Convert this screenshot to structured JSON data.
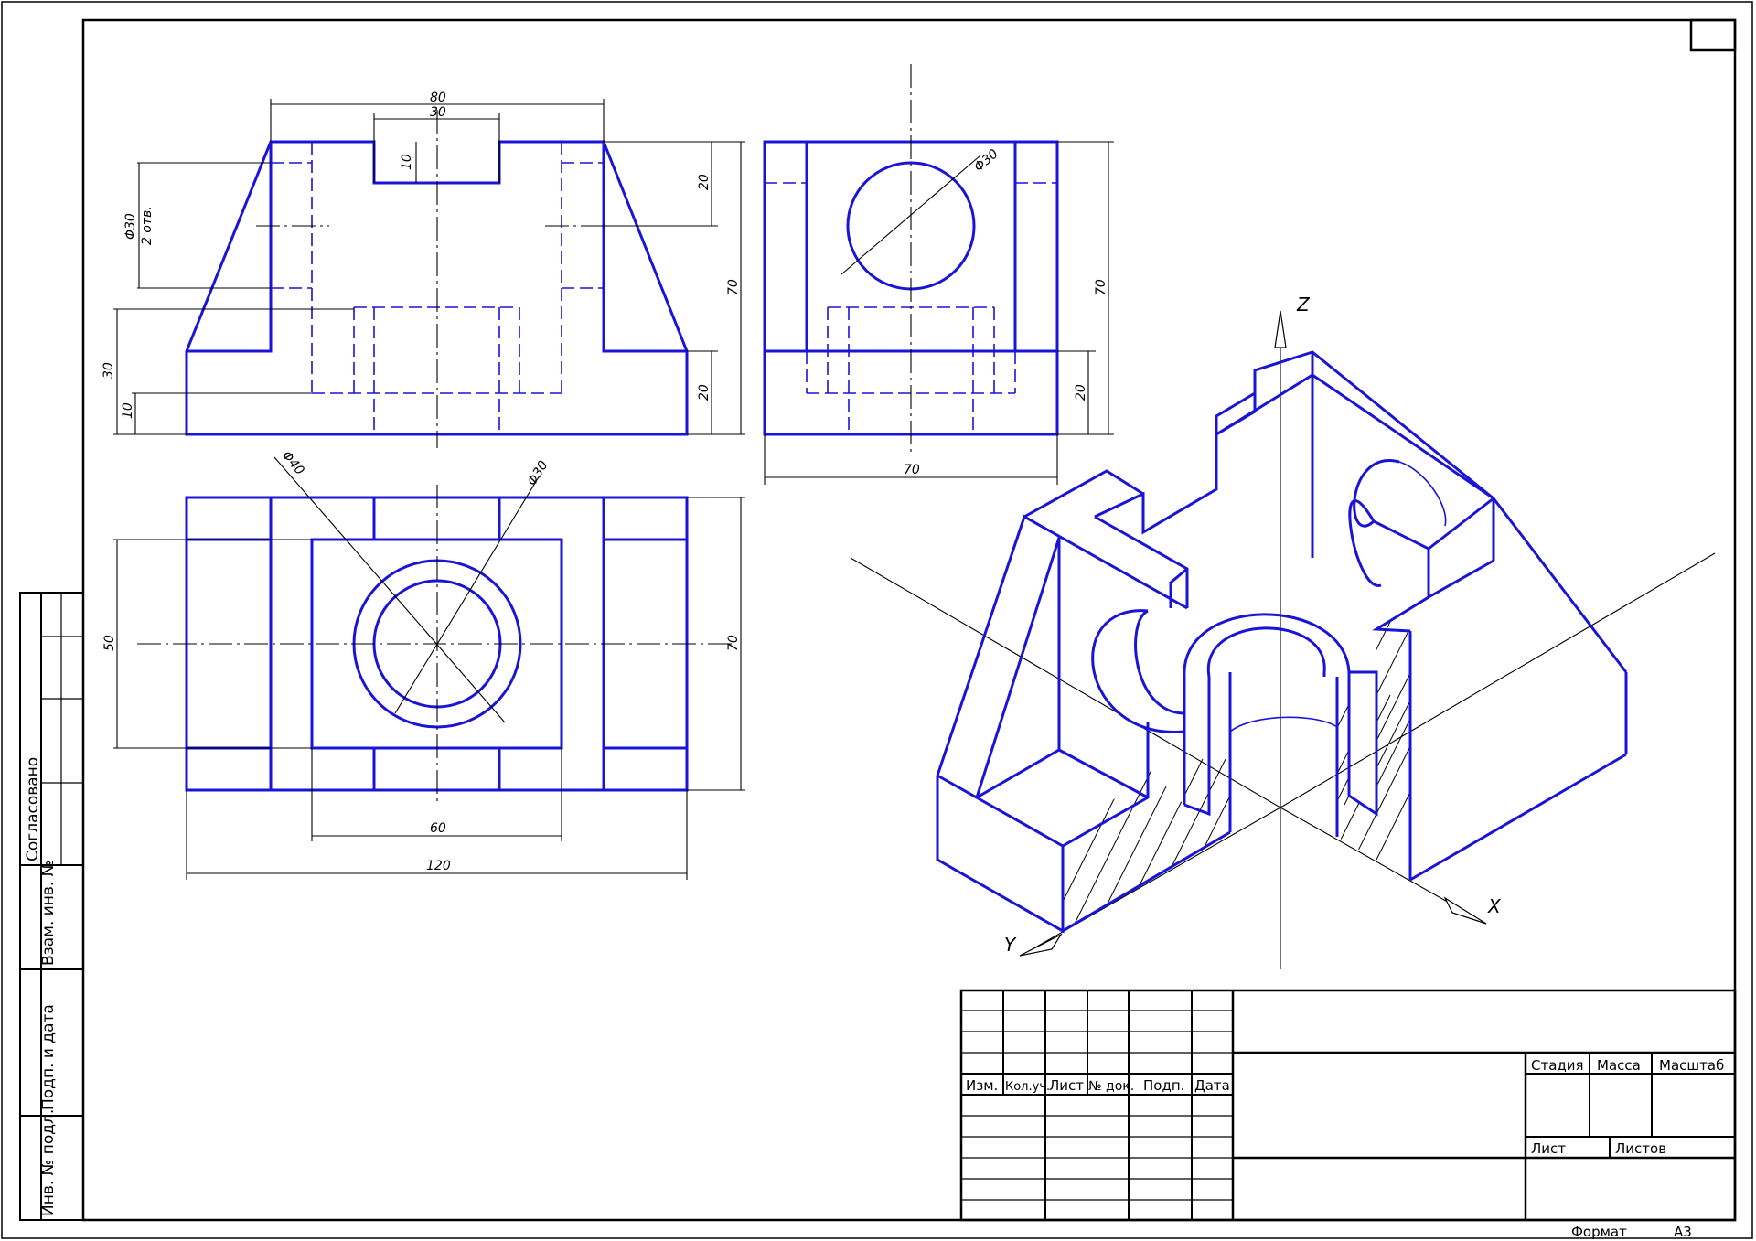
{
  "drawing": {
    "colors": {
      "contour": "#1a14d6",
      "thin_lines": "#000000",
      "background": "#ffffff"
    },
    "front_view": {
      "dimensions": {
        "width_top": "80",
        "slot_width": "30",
        "slot_depth": "10",
        "hole": "Φ30",
        "hole_count": "2 отв.",
        "height_total": "70",
        "top_part": "20",
        "base": "20",
        "base_30": "30",
        "base_10": "10"
      }
    },
    "side_view": {
      "dimensions": {
        "hole": "Φ30",
        "height": "70",
        "base": "20",
        "width": "70"
      }
    },
    "top_view": {
      "dimensions": {
        "outer_diameter": "Φ40",
        "inner_diameter": "Φ30",
        "depth": "50",
        "height": "70",
        "boss": "60",
        "length": "120"
      }
    },
    "isometric": {
      "axes": {
        "x": "X",
        "y": "Y",
        "z": "Z"
      }
    }
  },
  "side_stamp": {
    "agreed": "Согласовано",
    "replace_inv": "Взам. инв. №",
    "sign_date": "Подп. и дата",
    "inv_original": "Инв. № подл."
  },
  "title_block": {
    "columns": [
      "Изм.",
      "Кол.уч.",
      "Лист",
      "№ док.",
      "Подп.",
      "Дата"
    ],
    "stage": "Стадия",
    "mass": "Масса",
    "scale": "Масштаб",
    "sheet": "Лист",
    "sheets": "Листов",
    "format_label": "Формат",
    "format_value": "А3"
  }
}
